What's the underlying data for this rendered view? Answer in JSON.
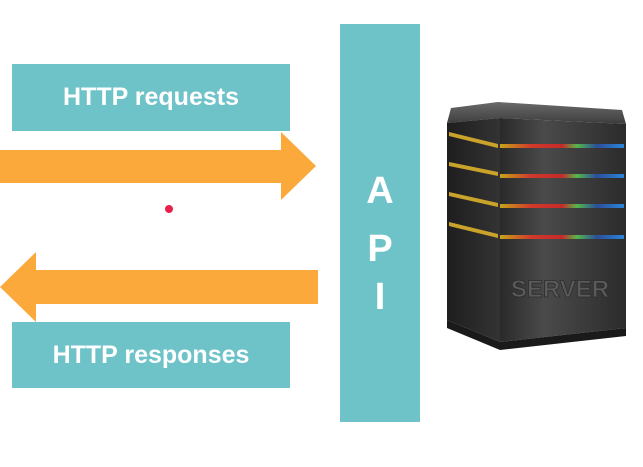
{
  "labels": {
    "requests": "HTTP requests",
    "responses": "HTTP responses"
  },
  "api": {
    "letters": [
      "A",
      "P",
      "I"
    ]
  },
  "server": {
    "label": "SERVER"
  },
  "colors": {
    "teal": "#6ec3c9",
    "arrow": "#fba93b",
    "dot": "#e8204a",
    "server_body": "#3a3a3a"
  }
}
